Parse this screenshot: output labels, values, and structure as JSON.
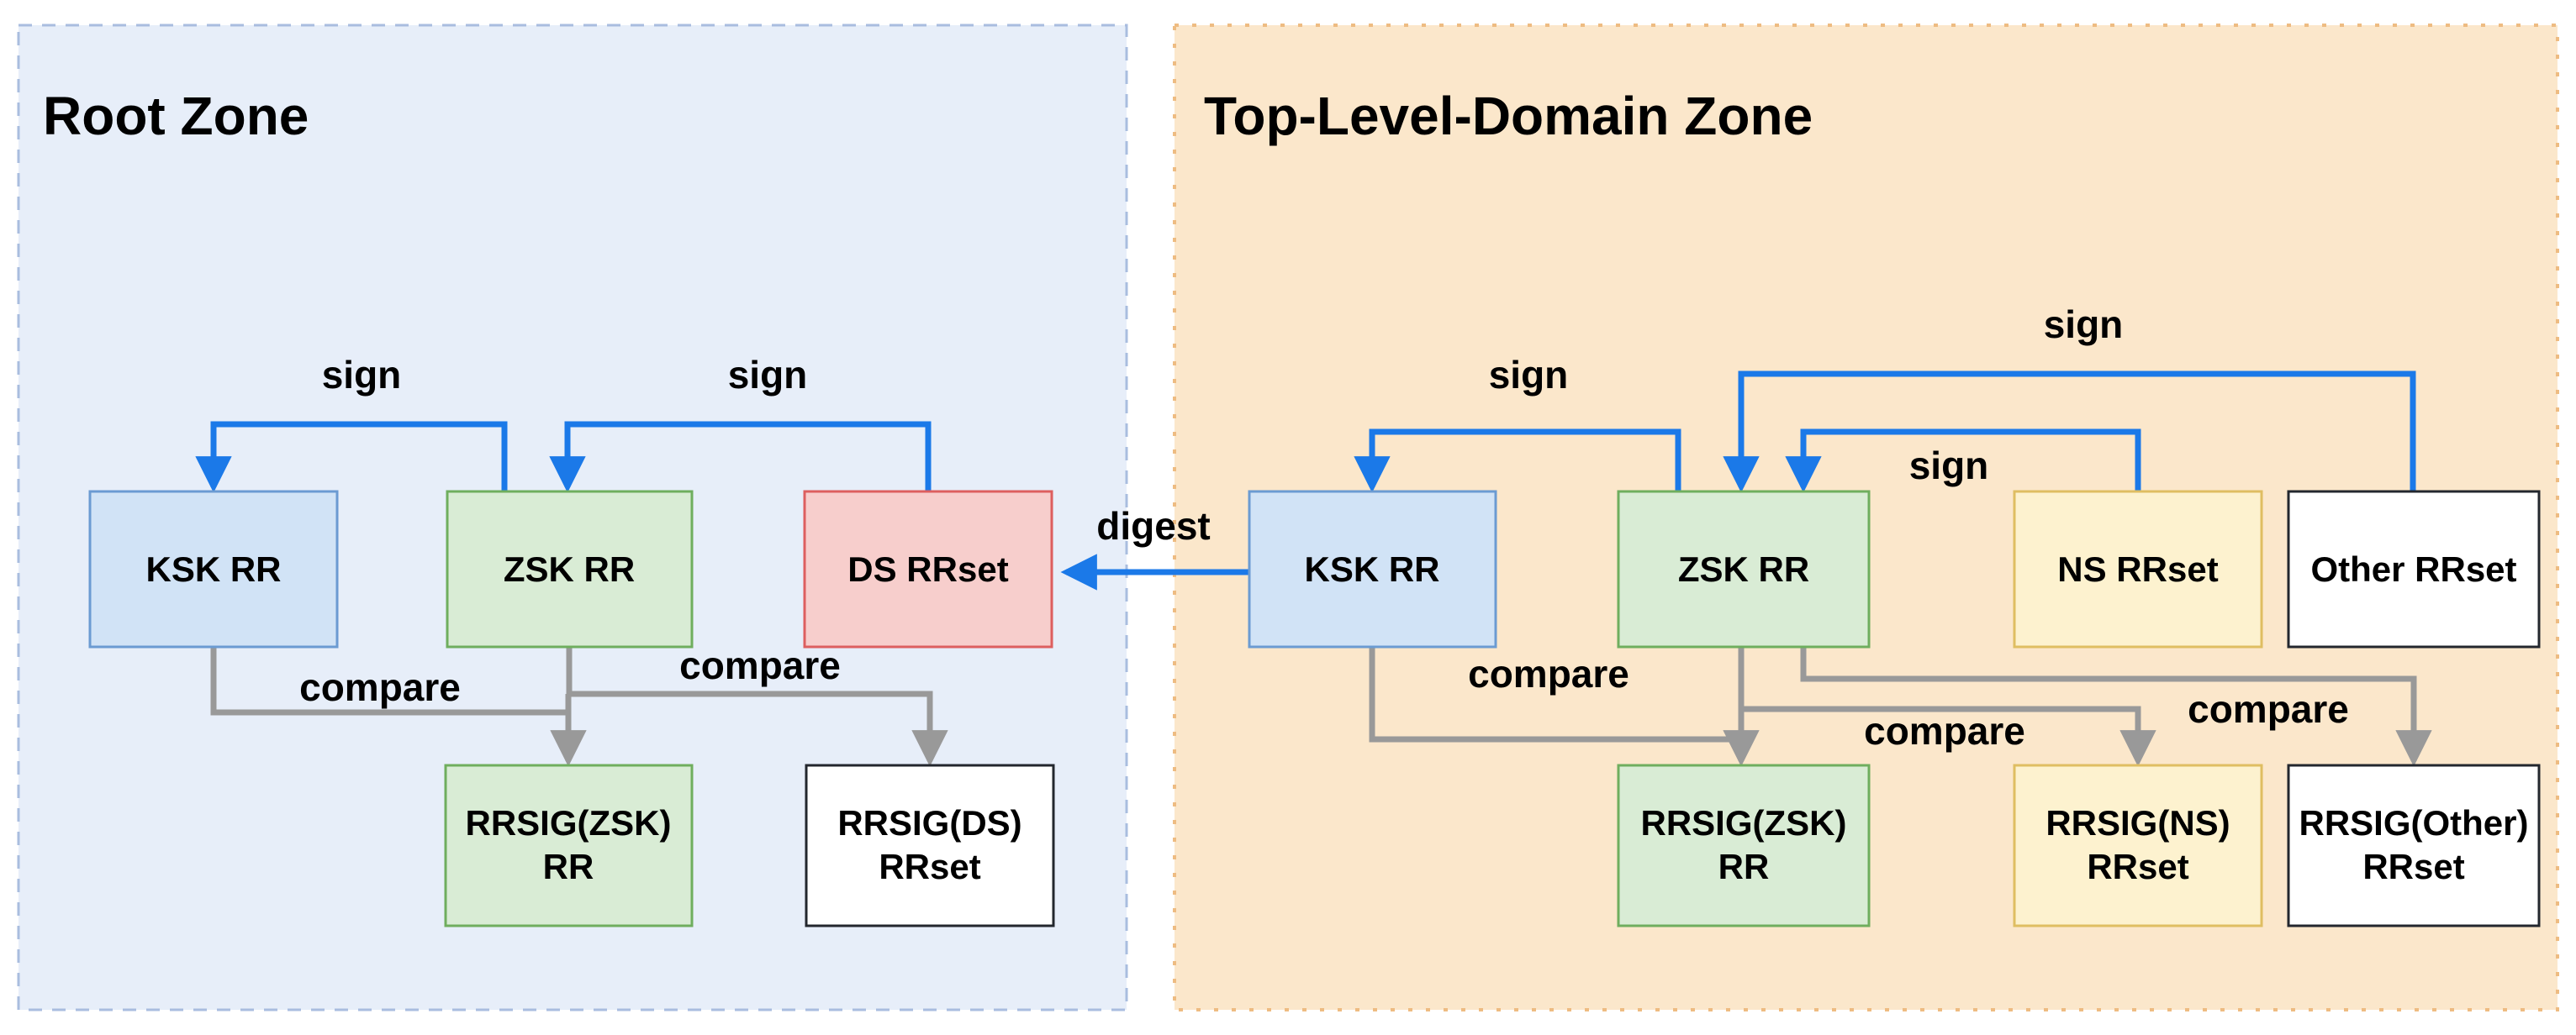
{
  "colors": {
    "page_bg": "#ffffff",
    "root_zone_bg": "#e7eef9",
    "root_zone_border": "#a9bddf",
    "tld_zone_bg": "#fbe7cb",
    "tld_zone_border": "#eebc82",
    "blue_box_fill": "#d1e3f6",
    "blue_box_stroke": "#6b9bd2",
    "green_box_fill": "#d9ecd5",
    "green_box_stroke": "#6fae5e",
    "red_box_fill": "#f7cecc",
    "red_box_stroke": "#dd5f5f",
    "yellow_box_fill": "#fdf2cf",
    "yellow_box_stroke": "#dfbe62",
    "white_box_fill": "#ffffff",
    "white_box_stroke": "#23272e",
    "sign_arrow": "#1b79e8",
    "compare_arrow": "#999999",
    "label_text": "#000000"
  },
  "zones": {
    "root": {
      "title": "Root Zone"
    },
    "tld": {
      "title": "Top-Level-Domain Zone"
    }
  },
  "boxes": {
    "root_ksk": {
      "label": "KSK RR",
      "color": "blue"
    },
    "root_zsk": {
      "label": "ZSK RR",
      "color": "green"
    },
    "root_ds": {
      "label": "DS RRset",
      "color": "red"
    },
    "root_rrsig_zsk": {
      "line1": "RRSIG(ZSK)",
      "line2": "RR",
      "color": "green"
    },
    "root_rrsig_ds": {
      "line1": "RRSIG(DS)",
      "line2": "RRset",
      "color": "white"
    },
    "tld_ksk": {
      "label": "KSK RR",
      "color": "blue"
    },
    "tld_zsk": {
      "label": "ZSK RR",
      "color": "green"
    },
    "tld_ns": {
      "label": "NS RRset",
      "color": "yellow"
    },
    "tld_other": {
      "label": "Other RRset",
      "color": "white"
    },
    "tld_rrsig_zsk": {
      "line1": "RRSIG(ZSK)",
      "line2": "RR",
      "color": "green"
    },
    "tld_rrsig_ns": {
      "line1": "RRSIG(NS)",
      "line2": "RRset",
      "color": "yellow"
    },
    "tld_rrsig_other": {
      "line1": "RRSIG(Other)",
      "line2": "RRset",
      "color": "white"
    }
  },
  "edge_labels": {
    "sign": "sign",
    "compare": "compare",
    "digest": "digest"
  },
  "edges": [
    {
      "from": "root_zsk",
      "to": "root_ksk",
      "label": "sign"
    },
    {
      "from": "root_ds",
      "to": "root_zsk",
      "label": "sign"
    },
    {
      "from": "tld_zsk",
      "to": "tld_ksk",
      "label": "sign"
    },
    {
      "from": "tld_ns",
      "to": "tld_zsk",
      "label": "sign"
    },
    {
      "from": "tld_other",
      "to": "tld_zsk",
      "label": "sign"
    },
    {
      "from": "tld_ksk",
      "to": "root_ds",
      "label": "digest"
    },
    {
      "from": "root_ksk",
      "to": "root_rrsig_zsk",
      "label": "compare"
    },
    {
      "from": "root_zsk",
      "to": "root_rrsig_ds",
      "label": "compare"
    },
    {
      "from": "tld_ksk",
      "to": "tld_rrsig_zsk",
      "label": "compare"
    },
    {
      "from": "tld_zsk",
      "to": "tld_rrsig_ns",
      "label": "compare"
    },
    {
      "from": "tld_zsk",
      "to": "tld_rrsig_other",
      "label": "compare"
    }
  ]
}
